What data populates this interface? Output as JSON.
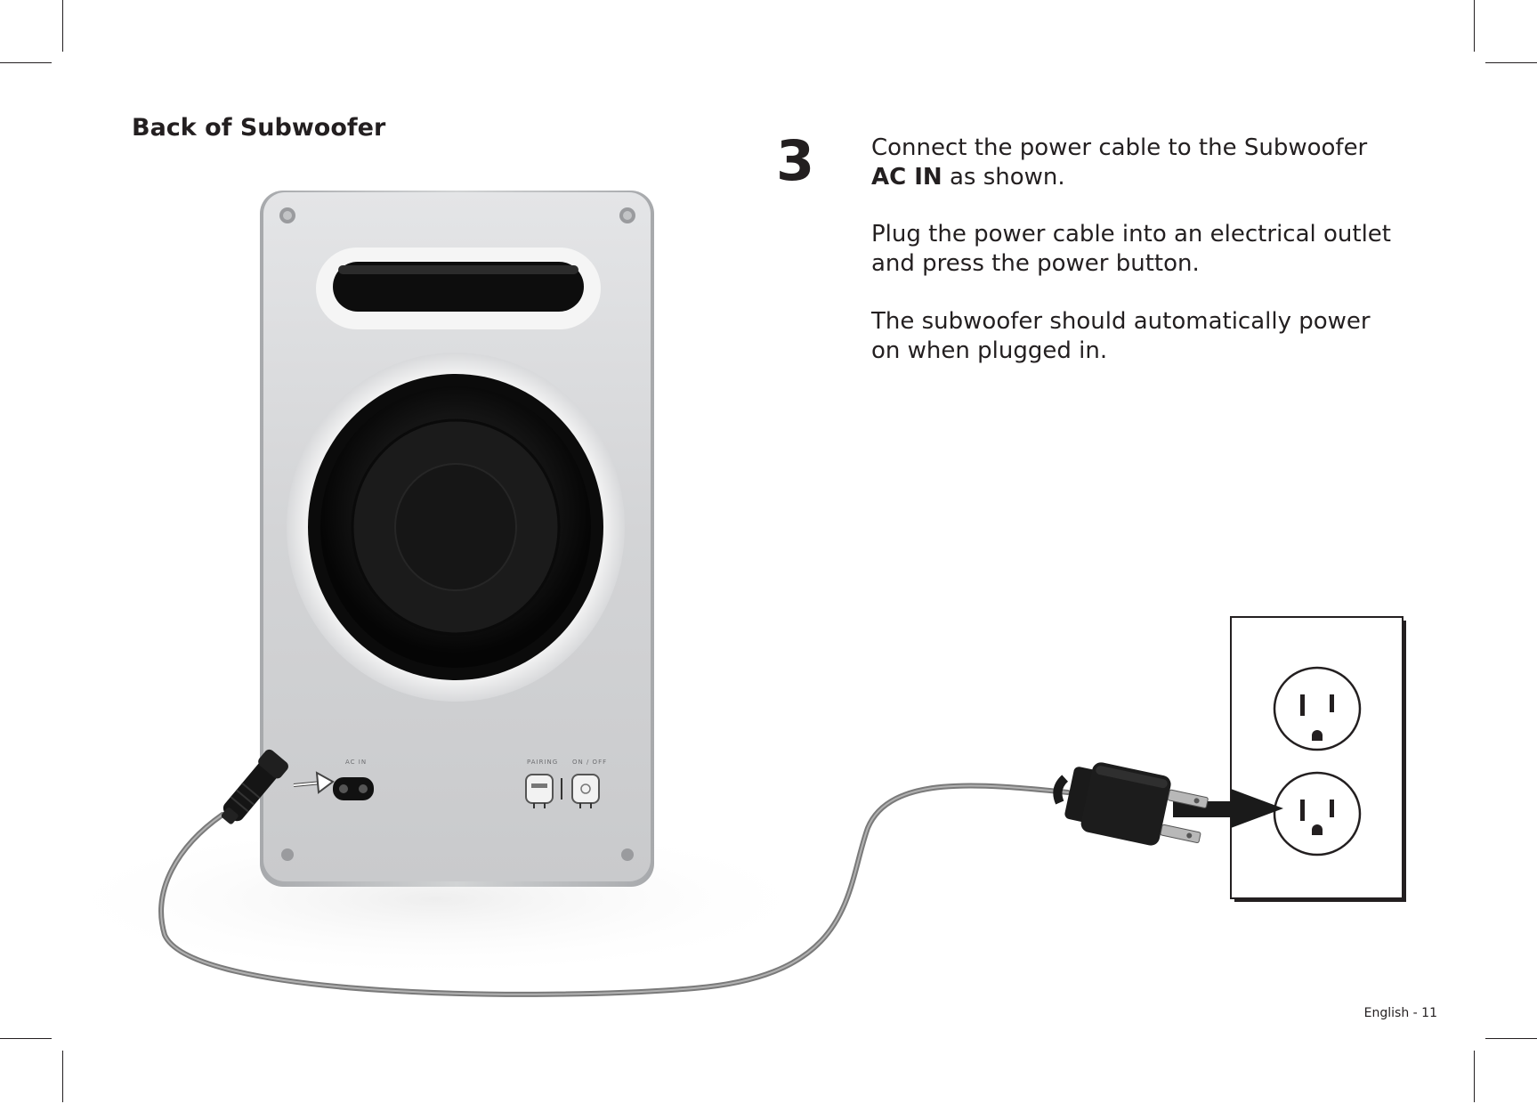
{
  "section_title": "Back of Subwoofer",
  "step": {
    "number": "3",
    "paragraph_1": {
      "line_1": "Connect the power cable to the Subwoofer",
      "bold": "AC IN",
      "rest": " as shown."
    },
    "paragraph_2": "Plug the power cable into an electrical outlet and press the power button.",
    "paragraph_3": "The subwoofer should automatically power on when plugged in."
  },
  "subwoofer_panel": {
    "ac_in_label": "AC IN",
    "pairing_label": "PAIRING",
    "on_off_label": "ON / OFF"
  },
  "footer": {
    "page_number": "English - 11"
  }
}
